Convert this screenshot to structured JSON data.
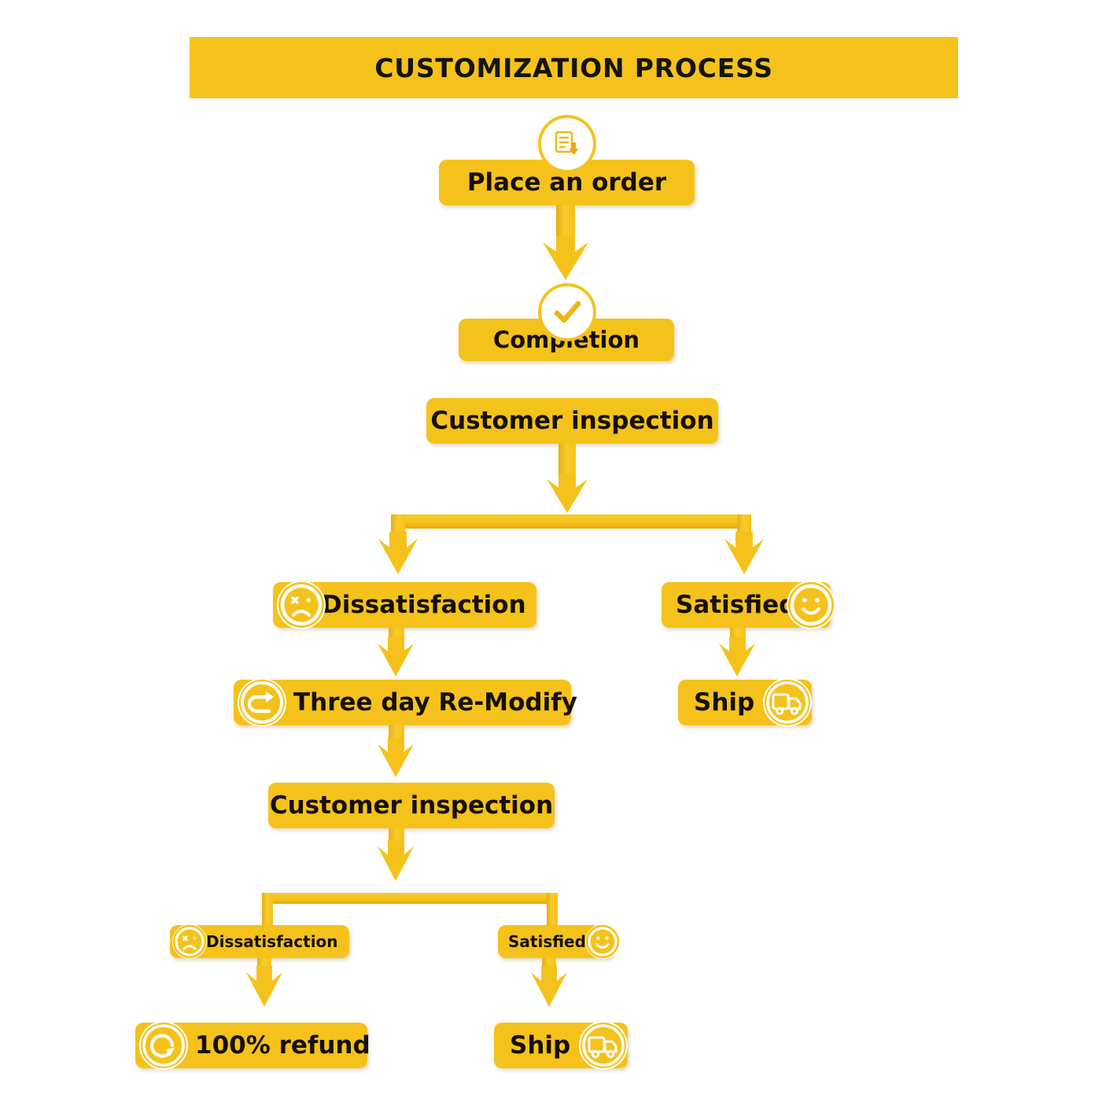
{
  "header": {
    "title": "CUSTOMIZATION PROCESS",
    "banner_color": "#F5C21B"
  },
  "theme": {
    "accent": "#F5C21B",
    "accent_dark": "#E5AC08",
    "accent_light": "#F8CB2E",
    "text": "#150f05",
    "background": "#FFFFFF"
  },
  "flow": {
    "nodes": [
      {
        "id": "place-an-order",
        "label": "Place an order",
        "icon": "document-download-icon",
        "icon_side": "top"
      },
      {
        "id": "completion",
        "label": "Completion",
        "icon": "check-circle-icon",
        "icon_side": "top"
      },
      {
        "id": "customer-inspection-1",
        "label": "Customer inspection",
        "icon": "none",
        "icon_side": "none"
      },
      {
        "id": "dissatisfaction-1",
        "label": "Dissatisfaction",
        "icon": "sad-face-icon",
        "icon_side": "left"
      },
      {
        "id": "satisfied-1",
        "label": "Satisfied",
        "icon": "happy-face-icon",
        "icon_side": "right"
      },
      {
        "id": "three-day-re-modify",
        "label": "Three day Re-Modify",
        "icon": "redo-arrow-icon",
        "icon_side": "left"
      },
      {
        "id": "ship-1",
        "label": "Ship",
        "icon": "delivery-truck-icon",
        "icon_side": "right"
      },
      {
        "id": "customer-inspection-2",
        "label": "Customer inspection",
        "icon": "none",
        "icon_side": "none"
      },
      {
        "id": "dissatisfaction-2",
        "label": "Dissatisfaction",
        "icon": "sad-face-icon",
        "icon_side": "left"
      },
      {
        "id": "satisfied-2",
        "label": "Satisfied",
        "icon": "happy-face-icon",
        "icon_side": "right"
      },
      {
        "id": "refund",
        "label": "100% refund",
        "icon": "refund-circle-arrow-icon",
        "icon_side": "left"
      },
      {
        "id": "ship-2",
        "label": "Ship",
        "icon": "delivery-truck-icon",
        "icon_side": "right"
      }
    ],
    "edges": [
      {
        "from": "place-an-order",
        "to": "completion",
        "type": "arrow-down"
      },
      {
        "from": "completion",
        "to": "customer-inspection-1",
        "type": "adjacent"
      },
      {
        "from": "customer-inspection-1",
        "to": "branch-1",
        "type": "arrow-down"
      },
      {
        "from": "branch-1",
        "to": "dissatisfaction-1",
        "type": "split-arrow-down"
      },
      {
        "from": "branch-1",
        "to": "satisfied-1",
        "type": "split-arrow-down"
      },
      {
        "from": "dissatisfaction-1",
        "to": "three-day-re-modify",
        "type": "arrow-down"
      },
      {
        "from": "satisfied-1",
        "to": "ship-1",
        "type": "arrow-down"
      },
      {
        "from": "three-day-re-modify",
        "to": "customer-inspection-2",
        "type": "arrow-down"
      },
      {
        "from": "customer-inspection-2",
        "to": "branch-2",
        "type": "arrow-down"
      },
      {
        "from": "branch-2",
        "to": "dissatisfaction-2",
        "type": "split-line-down"
      },
      {
        "from": "branch-2",
        "to": "satisfied-2",
        "type": "split-line-down"
      },
      {
        "from": "dissatisfaction-2",
        "to": "refund",
        "type": "arrow-down"
      },
      {
        "from": "satisfied-2",
        "to": "ship-2",
        "type": "arrow-down"
      }
    ]
  }
}
